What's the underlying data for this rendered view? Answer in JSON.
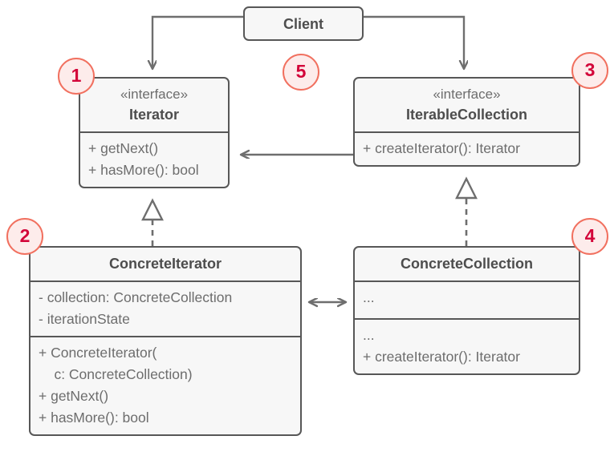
{
  "diagram": {
    "title": "Iterator design pattern UML class diagram",
    "colors": {
      "box_fill": "#f7f7f7",
      "box_border": "#575757",
      "text": "#6d6d6d",
      "title_text": "#4d4d4d",
      "badge_fill": "#fdeceb",
      "badge_border": "#f1705f",
      "badge_text": "#d3063a",
      "edge": "#6e6e6e"
    }
  },
  "client": {
    "name": "Client"
  },
  "iterator": {
    "stereotype": "«interface»",
    "name": "Iterator",
    "operations": [
      "+ getNext()",
      "+ hasMore(): bool"
    ]
  },
  "iterable_collection": {
    "stereotype": "«interface»",
    "name": "IterableCollection",
    "operations": [
      "+ createIterator(): Iterator"
    ]
  },
  "concrete_iterator": {
    "name": "ConcreteIterator",
    "attributes": [
      "- collection: ConcreteCollection",
      "- iterationState"
    ],
    "operations": [
      "+ ConcreteIterator(",
      "    c: ConcreteCollection)",
      "+ getNext()",
      "+ hasMore(): bool"
    ]
  },
  "concrete_collection": {
    "name": "ConcreteCollection",
    "attributes": [
      "..."
    ],
    "operations": [
      "...",
      "+ createIterator(): Iterator"
    ]
  },
  "badges": [
    {
      "id": "1",
      "label": "1",
      "target": "Iterator"
    },
    {
      "id": "2",
      "label": "2",
      "target": "ConcreteIterator"
    },
    {
      "id": "3",
      "label": "3",
      "target": "IterableCollection"
    },
    {
      "id": "4",
      "label": "4",
      "target": "ConcreteCollection"
    },
    {
      "id": "5",
      "label": "5",
      "target": "Client"
    }
  ],
  "relations": [
    {
      "from": "Client",
      "to": "Iterator",
      "type": "dependency-arrow"
    },
    {
      "from": "Client",
      "to": "IterableCollection",
      "type": "dependency-arrow"
    },
    {
      "from": "IterableCollection",
      "to": "Iterator",
      "type": "dependency-arrow"
    },
    {
      "from": "ConcreteIterator",
      "to": "Iterator",
      "type": "realization"
    },
    {
      "from": "ConcreteCollection",
      "to": "IterableCollection",
      "type": "realization"
    },
    {
      "from": "ConcreteIterator",
      "to": "ConcreteCollection",
      "type": "bidirectional-association"
    }
  ]
}
